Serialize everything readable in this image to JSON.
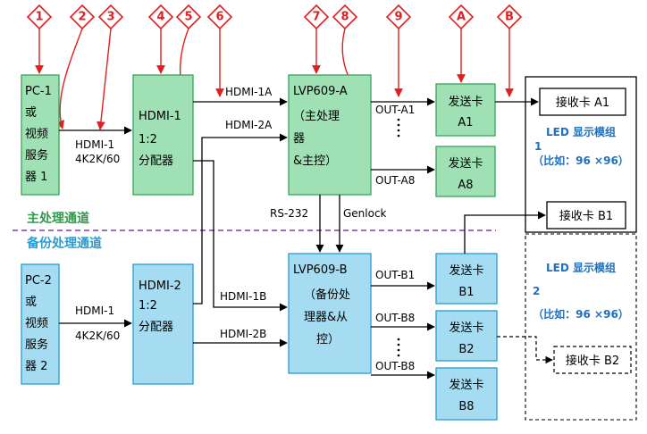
{
  "markers": [
    "1",
    "2",
    "3",
    "4",
    "5",
    "6",
    "7",
    "8",
    "9",
    "A",
    "B"
  ],
  "sources": {
    "pc1": [
      "PC-1",
      "或",
      "视频",
      "服务",
      "器 1"
    ],
    "pc2": [
      "PC-2",
      "或",
      "视频",
      "服务",
      "器 2"
    ]
  },
  "splitters": {
    "s1": [
      "HDMI-1",
      "1:2",
      "分配器"
    ],
    "s2": [
      "HDMI-2",
      "1:2",
      "分配器"
    ]
  },
  "processors": {
    "a": [
      "LVP609-A",
      "（主处理",
      "器",
      "&主控）"
    ],
    "b": [
      "LVP609-B",
      "（备份处",
      "理器&从",
      "控）"
    ]
  },
  "senders": {
    "a1": [
      "发送卡",
      "A1"
    ],
    "a8": [
      "发送卡",
      "A8"
    ],
    "b1": [
      "发送卡",
      "B1"
    ],
    "b2": [
      "发送卡",
      "B2"
    ],
    "b8": [
      "发送卡",
      "B8"
    ]
  },
  "receivers": {
    "a1": "接收卡 A1",
    "b1": "接收卡 B1",
    "b2": "接收卡 B2"
  },
  "labels": {
    "hdmi1_top": "HDMI-1",
    "res_top": "4K2K/60",
    "hdmi1_bottom": "HDMI-1",
    "res_bottom": "4K2K/60",
    "hdmi_1a": "HDMI-1A",
    "hdmi_2a": "HDMI-2A",
    "hdmi_1b": "HDMI-1B",
    "hdmi_2b": "HDMI-2B",
    "out_a1": "OUT-A1",
    "out_a8": "OUT-A8",
    "out_b1": "OUT-B1",
    "out_b8_1": "OUT-B8",
    "out_b8_2": "OUT-B8",
    "rs232": "RS-232",
    "genlock": "Genlock",
    "main_channel": "主处理通道",
    "backup_channel": "备份处理通道"
  },
  "modules": {
    "m1": [
      "LED  显示模组",
      "1",
      "（比如：96 ×96）"
    ],
    "m2": [
      "LED  显示模组",
      "2",
      "（比如：96 ×96）"
    ]
  },
  "colors": {
    "main_fill": "#9fe0b4",
    "backup_fill": "#a6dcf2",
    "marker": "#e02020",
    "divider": "#7b3fb0"
  }
}
